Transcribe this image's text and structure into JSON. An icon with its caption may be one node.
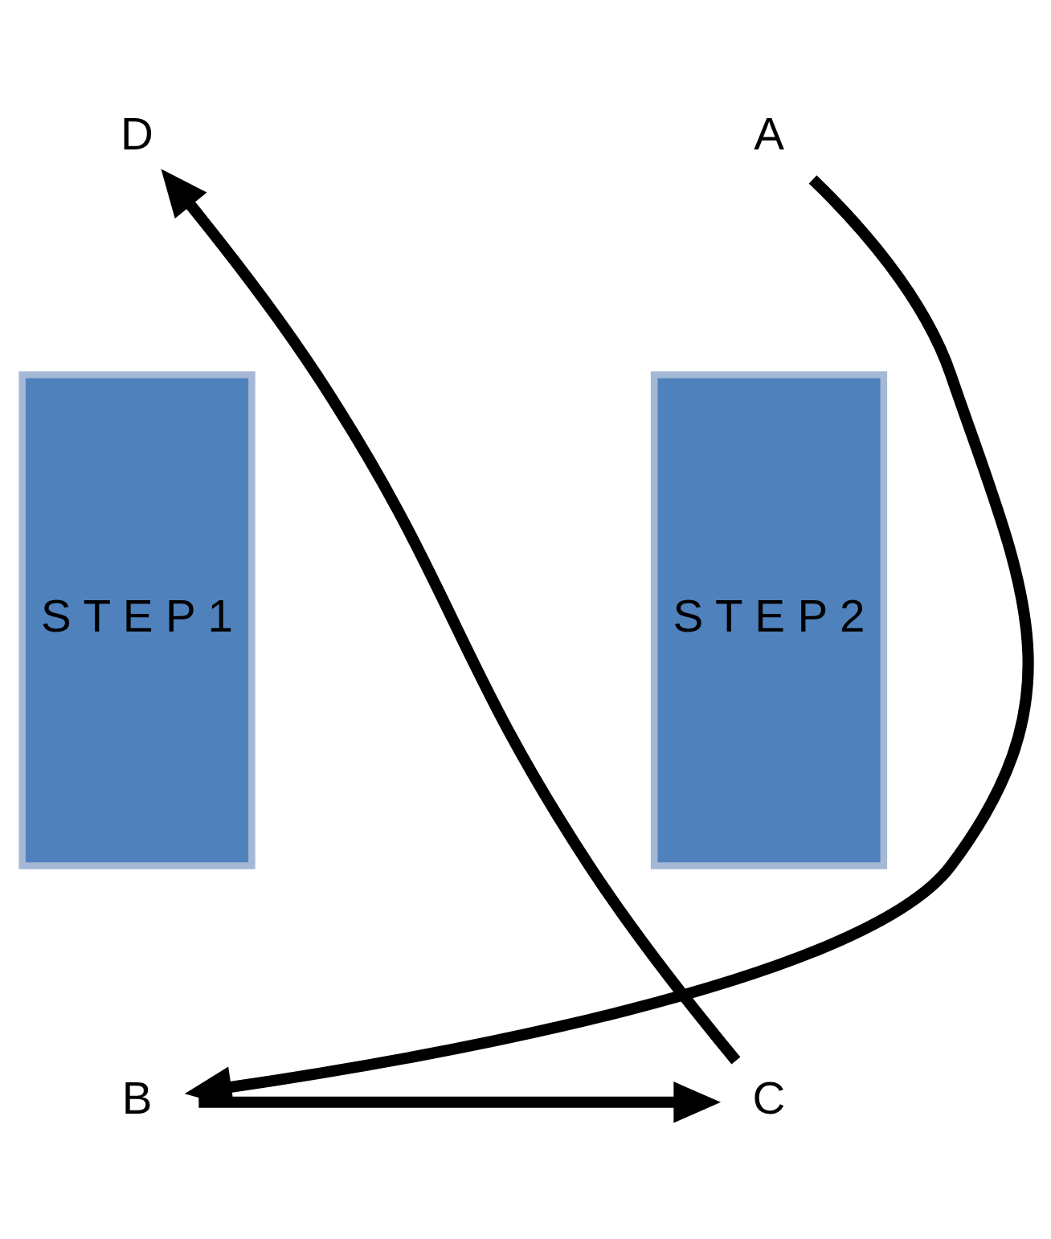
{
  "diagram": {
    "nodes": [
      {
        "text": [
          "D"
        ]
      },
      {
        "text": [
          "A"
        ]
      },
      {
        "text": [
          "S T E P 1"
        ]
      },
      {
        "text": [
          "S T E P 2"
        ]
      },
      {
        "text": [
          "B"
        ]
      },
      {
        "text": [
          "C"
        ]
      }
    ],
    "edges": [
      {
        "from": 1,
        "to": 4,
        "arrow": "to"
      },
      {
        "from": 4,
        "to": 5,
        "arrow": "to"
      },
      {
        "from": 5,
        "to": 0,
        "arrow": "to"
      }
    ]
  }
}
